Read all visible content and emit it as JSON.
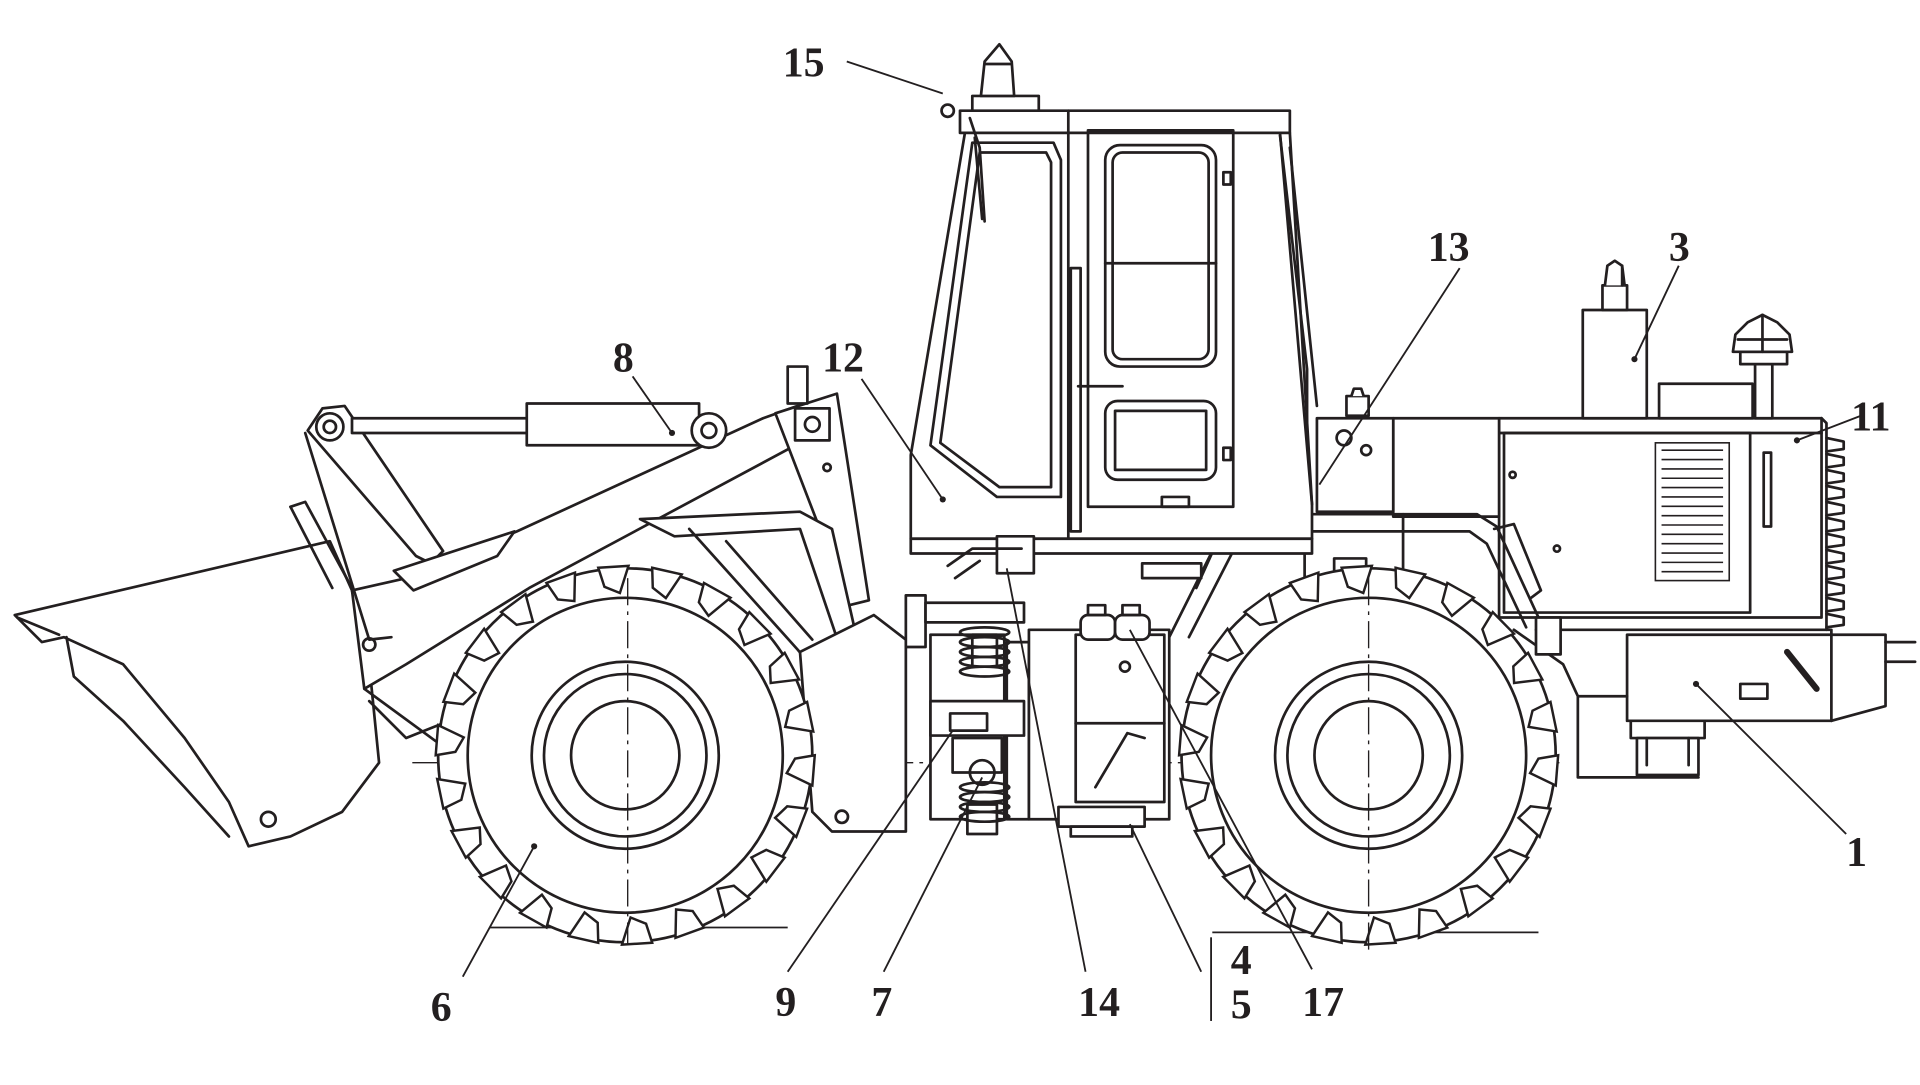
{
  "diagram": {
    "subject": "wheel loader side view",
    "callouts": [
      {
        "id": "c15",
        "label": "15"
      },
      {
        "id": "c13",
        "label": "13"
      },
      {
        "id": "c3",
        "label": "3"
      },
      {
        "id": "c8",
        "label": "8"
      },
      {
        "id": "c12",
        "label": "12"
      },
      {
        "id": "c11",
        "label": "11"
      },
      {
        "id": "c1",
        "label": "1"
      },
      {
        "id": "c6",
        "label": "6"
      },
      {
        "id": "c9",
        "label": "9"
      },
      {
        "id": "c7",
        "label": "7"
      },
      {
        "id": "c14",
        "label": "14"
      },
      {
        "id": "c4",
        "label": "4"
      },
      {
        "id": "c5",
        "label": "5"
      },
      {
        "id": "c17",
        "label": "17"
      }
    ],
    "colors": {
      "ink": "#231f20",
      "background": "#ffffff"
    }
  }
}
